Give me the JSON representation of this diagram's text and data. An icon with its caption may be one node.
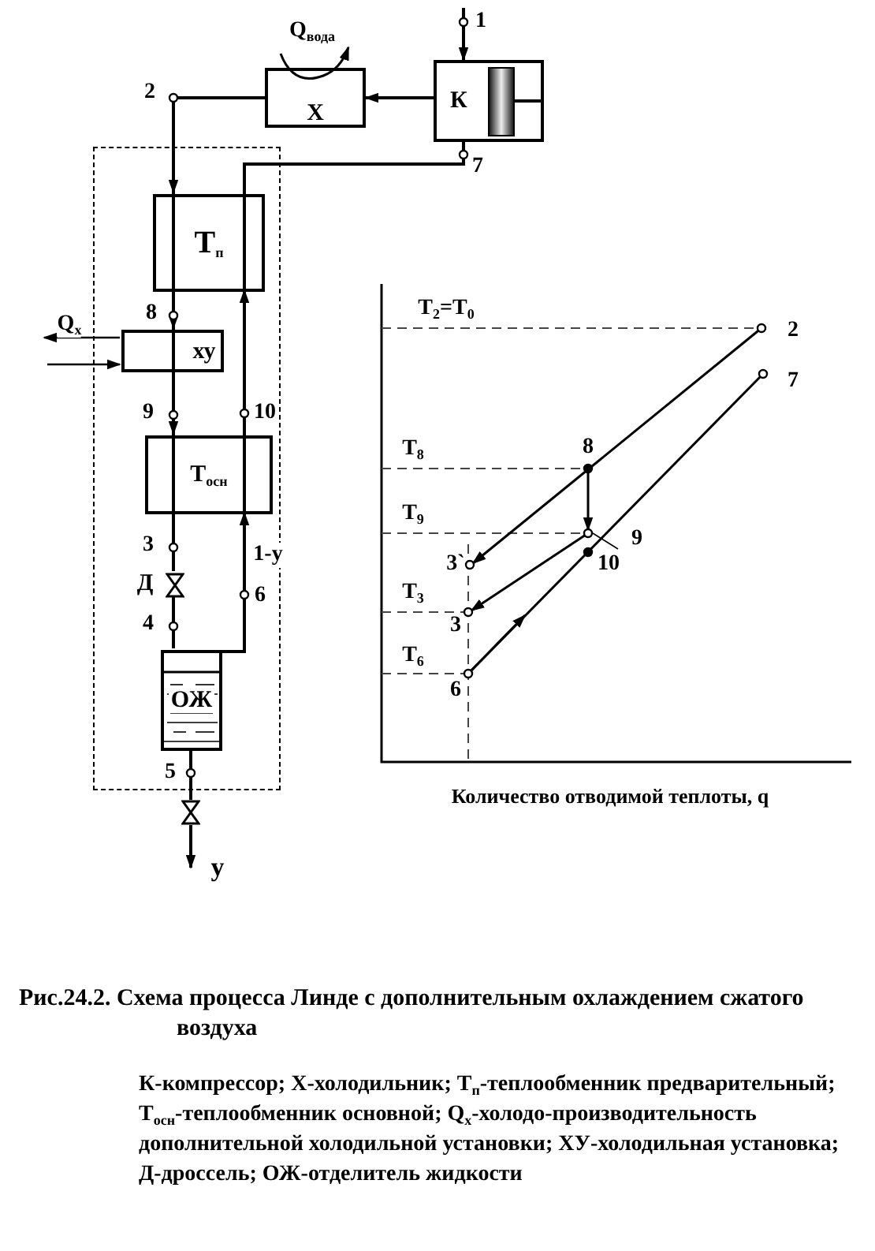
{
  "diagram": {
    "caption": "Рис.24.2. Схема процесса Линде с дополнительным охлаждением сжатого воздуха",
    "nodes": [
      {
        "text": [
          "К"
        ]
      },
      {
        "text": [
          "Х"
        ]
      },
      {
        "text": [],
        "shape": "box"
      },
      {
        "text": [
          "Т$_{п}$"
        ],
        "in": 2
      },
      {
        "text": [
          "ху"
        ],
        "in": 2
      },
      {
        "text": [
          "Т$_{осн}$"
        ],
        "in": 2
      },
      {
        "text": [],
        "shape": "valve",
        "beside": [
          "Д"
        ],
        "in": 2
      },
      {
        "text": [
          "ОЖ"
        ],
        "in": 2
      },
      {
        "text": [],
        "shape": "valve"
      }
    ],
    "edges": [
      {
        "from": null,
        "to": 0,
        "arrow": "to"
      },
      {
        "from": 0,
        "to": 1,
        "arrow": "to"
      },
      {
        "from": 1,
        "to": 3,
        "arrow": "to"
      },
      {
        "from": 3,
        "to": 4,
        "arrow": "to"
      },
      {
        "from": 4,
        "to": 5,
        "arrow": "to"
      },
      {
        "from": 5,
        "to": 6,
        "arrow": "none"
      },
      {
        "from": 6,
        "to": 7,
        "arrow": "none"
      },
      {
        "from": 7,
        "to": 5,
        "arrow": "to",
        "label": "1-у"
      },
      {
        "from": 5,
        "to": 3,
        "arrow": "to"
      },
      {
        "from": 3,
        "to": 0,
        "arrow": "none"
      },
      {
        "from": 7,
        "to": 8,
        "arrow": "none"
      },
      {
        "from": 8,
        "to": null,
        "arrow": "to",
        "label": "у"
      },
      {
        "from": 4,
        "to": null,
        "arrow": "to",
        "label": "Q$_{х}$"
      },
      {
        "from": null,
        "to": 4,
        "arrow": "to"
      }
    ],
    "labels": [
      "Q$_{вода}$",
      "1",
      "2",
      "7",
      "8",
      "9",
      "10",
      "3",
      "6",
      "4",
      "5",
      "T$_{2}$=T$_{0}$",
      "2",
      "7",
      "T$_{8}$",
      "8",
      "T$_{9}$",
      "9",
      "3`",
      "10",
      "T$_{3}$",
      "3",
      "T$_{6}$",
      "6",
      "Количество отводимой теплоты, q",
      "К-компрессор; Х-холодильник; Т$_{п}$-теплообменник предварительный; Т$_{осн}$-теплообменник основной; Q$_{х}$-холодо-производительность дополнительной холодильной установки; ХУ-холодильная установка; Д-дроссель; ОЖ-отделитель жидкости"
    ]
  }
}
